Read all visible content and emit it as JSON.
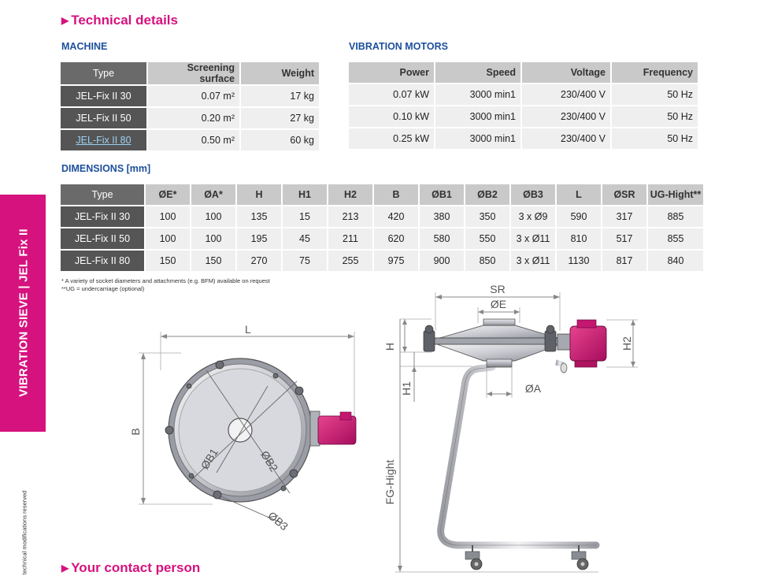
{
  "side_tab": {
    "label": "VIBRATION SIEVE | JEL Fix II"
  },
  "side_note": "technical modifications reserved",
  "headings": {
    "technical_details": "Technical details",
    "contact": "Your contact person",
    "arrow": "▶"
  },
  "machine": {
    "title": "MACHINE",
    "headers": [
      "Type",
      "Screening surface",
      "Weight"
    ],
    "rows": [
      [
        "JEL-Fix II 30",
        "0.07 m²",
        "17 kg"
      ],
      [
        "JEL-Fix II 50",
        "0.20 m²",
        "27 kg"
      ],
      [
        "JEL-Fix II 80",
        "0.50 m²",
        "60 kg"
      ]
    ]
  },
  "motors": {
    "title": "VIBRATION MOTORS",
    "headers": [
      "Power",
      "Speed",
      "Voltage",
      "Frequency"
    ],
    "rows": [
      [
        "0.07 kW",
        "3000 min1",
        "230/400 V",
        "50 Hz"
      ],
      [
        "0.10 kW",
        "3000 min1",
        "230/400 V",
        "50 Hz"
      ],
      [
        "0.25 kW",
        "3000 min1",
        "230/400 V",
        "50 Hz"
      ]
    ]
  },
  "dimensions": {
    "title": "DIMENSIONS [mm]",
    "headers": [
      "Type",
      "ØE*",
      "ØA*",
      "H",
      "H1",
      "H2",
      "B",
      "ØB1",
      "ØB2",
      "ØB3",
      "L",
      "ØSR",
      "UG-Hight**"
    ],
    "rows": [
      [
        "JEL-Fix II 30",
        "100",
        "100",
        "135",
        "15",
        "213",
        "420",
        "380",
        "350",
        "3 x Ø9",
        "590",
        "317",
        "885"
      ],
      [
        "JEL-Fix II 50",
        "100",
        "100",
        "195",
        "45",
        "211",
        "620",
        "580",
        "550",
        "3 x Ø11",
        "810",
        "517",
        "855"
      ],
      [
        "JEL-Fix II 80",
        "150",
        "150",
        "270",
        "75",
        "255",
        "975",
        "900",
        "850",
        "3 x Ø11",
        "1130",
        "817",
        "840"
      ]
    ]
  },
  "footnotes": [
    "* A variety of socket diameters and attachments (e.g. BFM) available on request",
    "**UG = undercarriage (optional)"
  ],
  "drawing_labels": {
    "L": "L",
    "B": "B",
    "B1": "ØB1",
    "B2": "ØB2",
    "B3": "ØB3",
    "SR": "SR",
    "E": "ØE",
    "H": "H",
    "H1": "H1",
    "H2": "H2",
    "A": "ØA",
    "FG": "FG-Hight"
  },
  "colors": {
    "accent": "#d6127e",
    "subhead": "#1d4f9c",
    "type_cell": "#555555",
    "header_cell": "#c9c9c9",
    "body_cell": "#efefef"
  }
}
